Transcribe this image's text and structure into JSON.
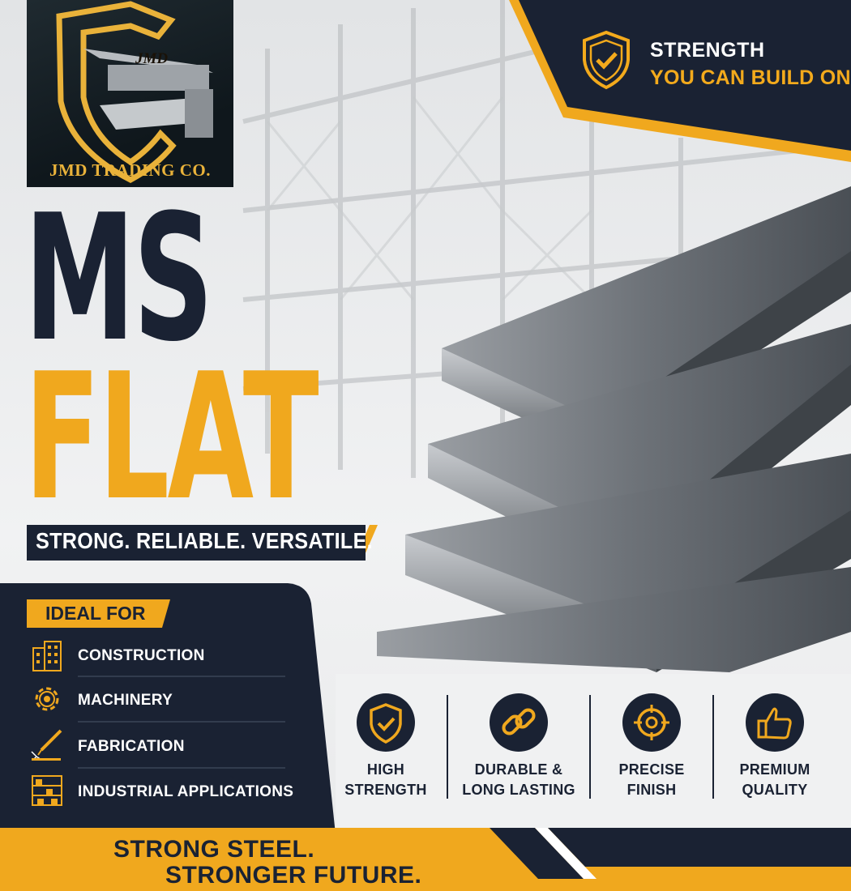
{
  "brand": {
    "logo_monogram": "JMD",
    "logo_name": "JMD TRADING CO."
  },
  "banner": {
    "line1": "STRENGTH",
    "line2": "YOU CAN BUILD ON",
    "icon": "shield-check-icon"
  },
  "headline": {
    "line1": "MS",
    "line2": "FLAT",
    "tagline": "STRONG. RELIABLE. VERSATILE."
  },
  "ideal_for": {
    "title": "IDEAL FOR",
    "items": [
      {
        "label": "CONSTRUCTION",
        "icon": "building-icon"
      },
      {
        "label": "MACHINERY",
        "icon": "gear-icon"
      },
      {
        "label": "FABRICATION",
        "icon": "welding-torch-icon"
      },
      {
        "label": "INDUSTRIAL APPLICATIONS",
        "icon": "warehouse-rack-icon"
      }
    ]
  },
  "features": [
    {
      "line1": "HIGH",
      "line2": "STRENGTH",
      "icon": "shield-check-icon"
    },
    {
      "line1": "DURABLE &",
      "line2": "LONG LASTING",
      "icon": "chain-link-icon"
    },
    {
      "line1": "PRECISE",
      "line2": "FINISH",
      "icon": "crosshair-icon"
    },
    {
      "line1": "PREMIUM",
      "line2": "QUALITY",
      "icon": "thumbs-up-icon"
    }
  ],
  "footer": {
    "line1": "STRONG STEEL.",
    "line2": "STRONGER FUTURE."
  },
  "colors": {
    "navy": "#1a2233",
    "gold": "#f0a81e",
    "white": "#ffffff"
  }
}
